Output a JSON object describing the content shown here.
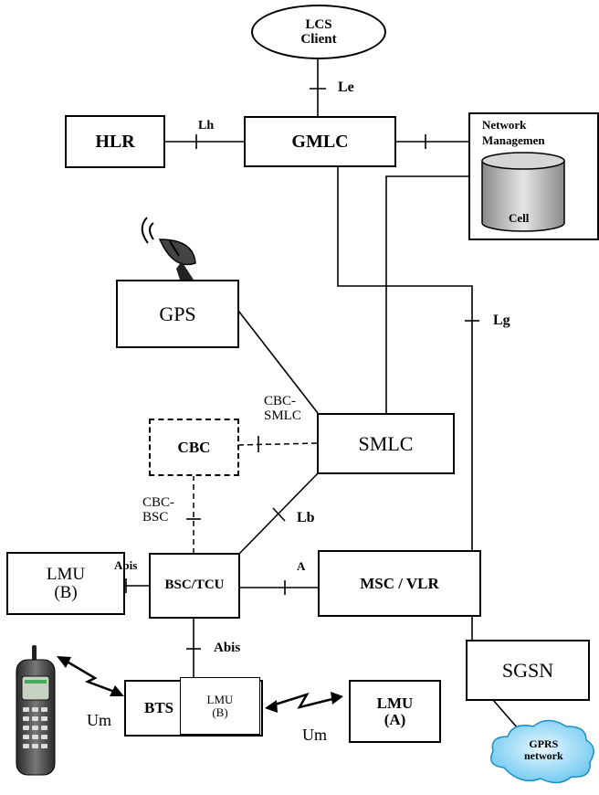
{
  "nodes": {
    "lcs_client": [
      "LCS",
      "Client"
    ],
    "hlr": "HLR",
    "gmlc": "GMLC",
    "network_mgmt": [
      "Network",
      "Managemen"
    ],
    "db_label": "Cell",
    "gps": "GPS",
    "cbc": "CBC",
    "smlc": "SMLC",
    "lmu_left": [
      "LMU",
      "(B)"
    ],
    "bsc_tcu": "BSC/TCU",
    "msc_vlr": "MSC / VLR",
    "bts": "BTS",
    "lmu_inner": [
      "LMU",
      "(B)"
    ],
    "lmu_a": [
      "LMU",
      "(A)"
    ],
    "sgsn": "SGSN",
    "gprs": [
      "GPRS",
      "network"
    ]
  },
  "interfaces": {
    "le": "Le",
    "lh": "Lh",
    "lg": "Lg",
    "cbc_smlc": [
      "CBC-",
      "SMLC"
    ],
    "cbc_bsc": [
      "CBC-",
      "BSC"
    ],
    "lb": "Lb",
    "abis_left": "Abis",
    "a": "A",
    "abis_bottom": "Abis",
    "um_left": "Um",
    "um_bottom": "Um"
  },
  "icons": [
    "satellite-dish-icon",
    "mobile-phone-icon",
    "database-cylinder-icon",
    "cloud-icon",
    "radio-link-icon"
  ]
}
